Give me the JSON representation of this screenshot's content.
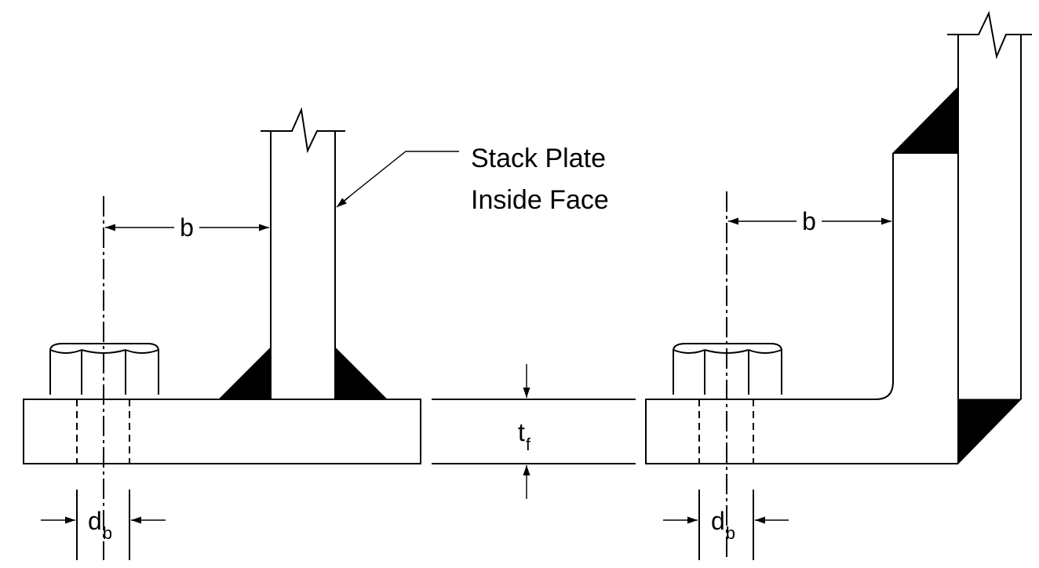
{
  "callout": {
    "line1": "Stack Plate",
    "line2": "Inside Face"
  },
  "left_detail": {
    "dim_b": "b",
    "dim_db": "d",
    "dim_db_sub": "b"
  },
  "right_detail": {
    "dim_b": "b",
    "dim_db": "d",
    "dim_db_sub": "b"
  },
  "thickness": {
    "label": "t",
    "sub": "f"
  }
}
